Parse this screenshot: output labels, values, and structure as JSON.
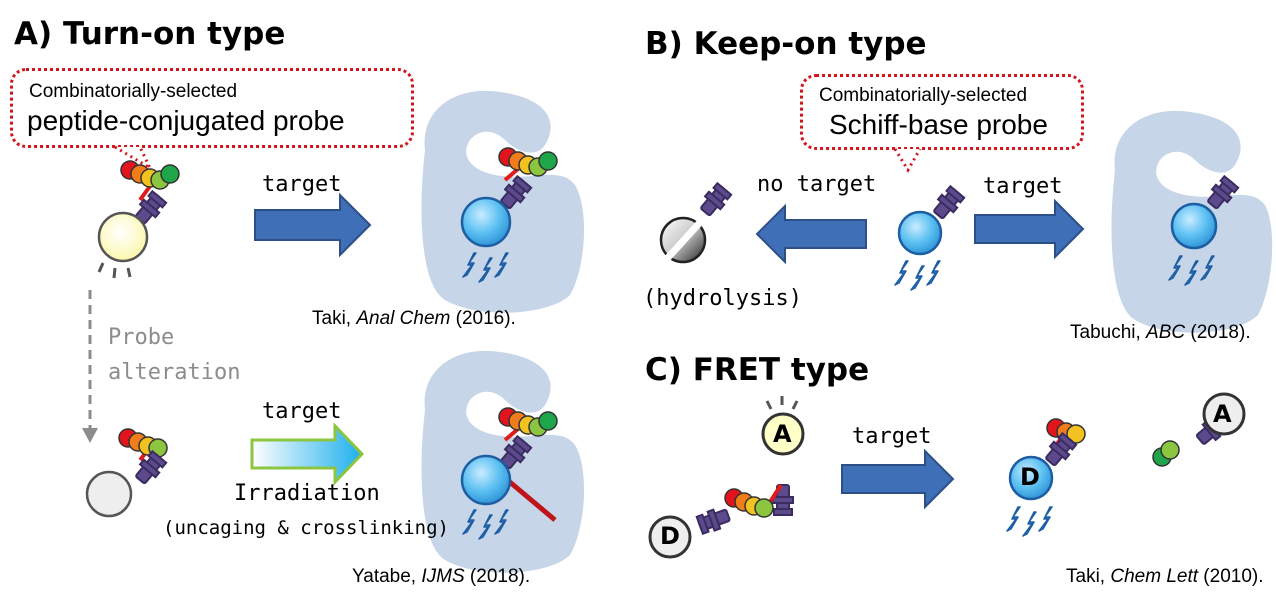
{
  "panels": {
    "a": {
      "heading": "A) Turn-on type",
      "callout_small": "Combinatorially-selected",
      "callout_big": "peptide-conjugated probe",
      "arrow1_label": "target",
      "citation1_author": "Taki, ",
      "citation1_journal": "Anal Chem",
      "citation1_year": " (2016).",
      "alteration_line1": "Probe",
      "alteration_line2": "alteration",
      "arrow2_label": "target",
      "irradiation_label": "Irradiation",
      "uncaging_label": "(uncaging & crosslinking)",
      "citation2_author": "Yatabe, ",
      "citation2_journal": "IJMS",
      "citation2_year": " (2018)."
    },
    "b": {
      "heading": "B) Keep-on type",
      "callout_small": "Combinatorially-selected",
      "callout_big": "Schiff-base probe",
      "no_target_label": "no target",
      "target_label": "target",
      "hydrolysis_label": "(hydrolysis)",
      "citation_author": "Tabuchi, ",
      "citation_journal": "ABC",
      "citation_year": " (2018)."
    },
    "c": {
      "heading": "C) FRET type",
      "target_label": "target",
      "acceptor_letter": "A",
      "donor_letter": "D",
      "citation_author": "Taki, ",
      "citation_journal": "Chem Lett",
      "citation_year": " (2010)."
    }
  },
  "colors": {
    "protein": "#c7d5e8",
    "arrow_fill": "#3f6fb6",
    "arrow_stroke": "#2c4f86",
    "callout_border": "#d0161c",
    "fluor_on": "#3aa9ea",
    "fluor_off": "#eeeeee",
    "fluor_yellow": "#ffffc8",
    "linker": "#e01b1b",
    "handle": "#5d4a8c",
    "bead_red": "#e3141b",
    "bead_orange": "#f07d19",
    "bead_yellow": "#f2c320",
    "bead_green": "#8cc540",
    "bead_darkgreen": "#1fa64b",
    "dashed_arrow": "#8c8c8c",
    "irradiation_arrow_border": "#8cc540"
  }
}
